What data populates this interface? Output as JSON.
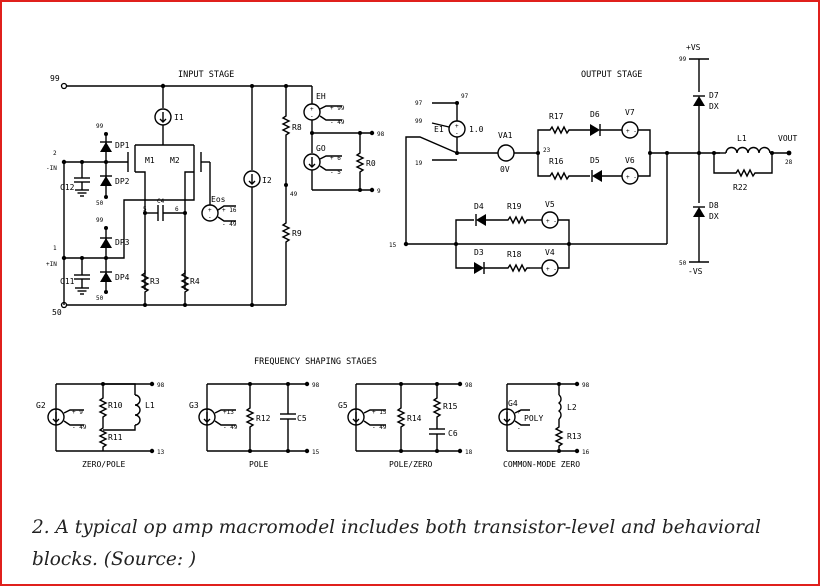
{
  "labels": {
    "input_stage": "INPUT STAGE",
    "output_stage": "OUTPUT STAGE",
    "freq_stages": "FREQUENCY SHAPING STAGES",
    "zero_pole": "ZERO/POLE",
    "pole": "POLE",
    "pole_zero": "POLE/ZERO",
    "cm_zero": "COMMON-MODE ZERO",
    "n99": "99",
    "n50": "50",
    "n2": "2",
    "in_minus": "-IN",
    "n1": "1",
    "in_plus": "+IN",
    "dp1": "DP1",
    "dp2": "DP2",
    "dp3": "DP3",
    "dp4": "DP4",
    "c12": "C12",
    "c11": "C11",
    "m1": "M1",
    "m2": "M2",
    "c4": "C4",
    "r3": "R3",
    "r4": "R4",
    "r8": "R8",
    "r9": "R9",
    "i1": "I1",
    "i2": "I2",
    "eos": "Eos",
    "eh": "EH",
    "go": "GO",
    "r0": "R0",
    "n98": "98",
    "n9": "9",
    "n49": "49",
    "n5": "5",
    "n6": "6",
    "n16": "16",
    "n97": "97",
    "n19": "19",
    "n15": "15",
    "n23": "23",
    "n28": "28",
    "n13": "13",
    "n18": "18",
    "e1": "E1",
    "gain": "1.0",
    "va1": "VA1",
    "ov": "0V",
    "r17": "R17",
    "r16": "R16",
    "r18": "R18",
    "r19": "R19",
    "r22": "R22",
    "d3": "D3",
    "d4": "D4",
    "d5": "D5",
    "d6": "D6",
    "d7": "D7",
    "d8": "D8",
    "dx": "DX",
    "v4": "V4",
    "v5": "V5",
    "v6": "V6",
    "v7": "V7",
    "l1": "L1",
    "l2": "L2",
    "vout": "VOUT",
    "vs_plus": "+VS",
    "vs_minus": "-VS",
    "g2": "G2",
    "g3": "G3",
    "g4": "G4",
    "g5": "G5",
    "r10": "R10",
    "r11": "R11",
    "r12": "R12",
    "r13": "R13",
    "r14": "R14",
    "r15": "R15",
    "c5": "C5",
    "c6": "C6",
    "poly": "POLY",
    "p16": "+ 16",
    "m49": "- 49",
    "p99": "+ 99",
    "p6": "+ 6",
    "m5": "- 5",
    "p9": "+ 9",
    "p13": "+13",
    "p15": "+ 15",
    "pl": "+",
    "mi": "-"
  },
  "caption": "2. A typical op amp macromodel includes both transistor-level and behavioral blocks. (Source: )",
  "colors": {
    "frame": "#e0201c",
    "ink": "#000000",
    "caption": "#222222"
  }
}
